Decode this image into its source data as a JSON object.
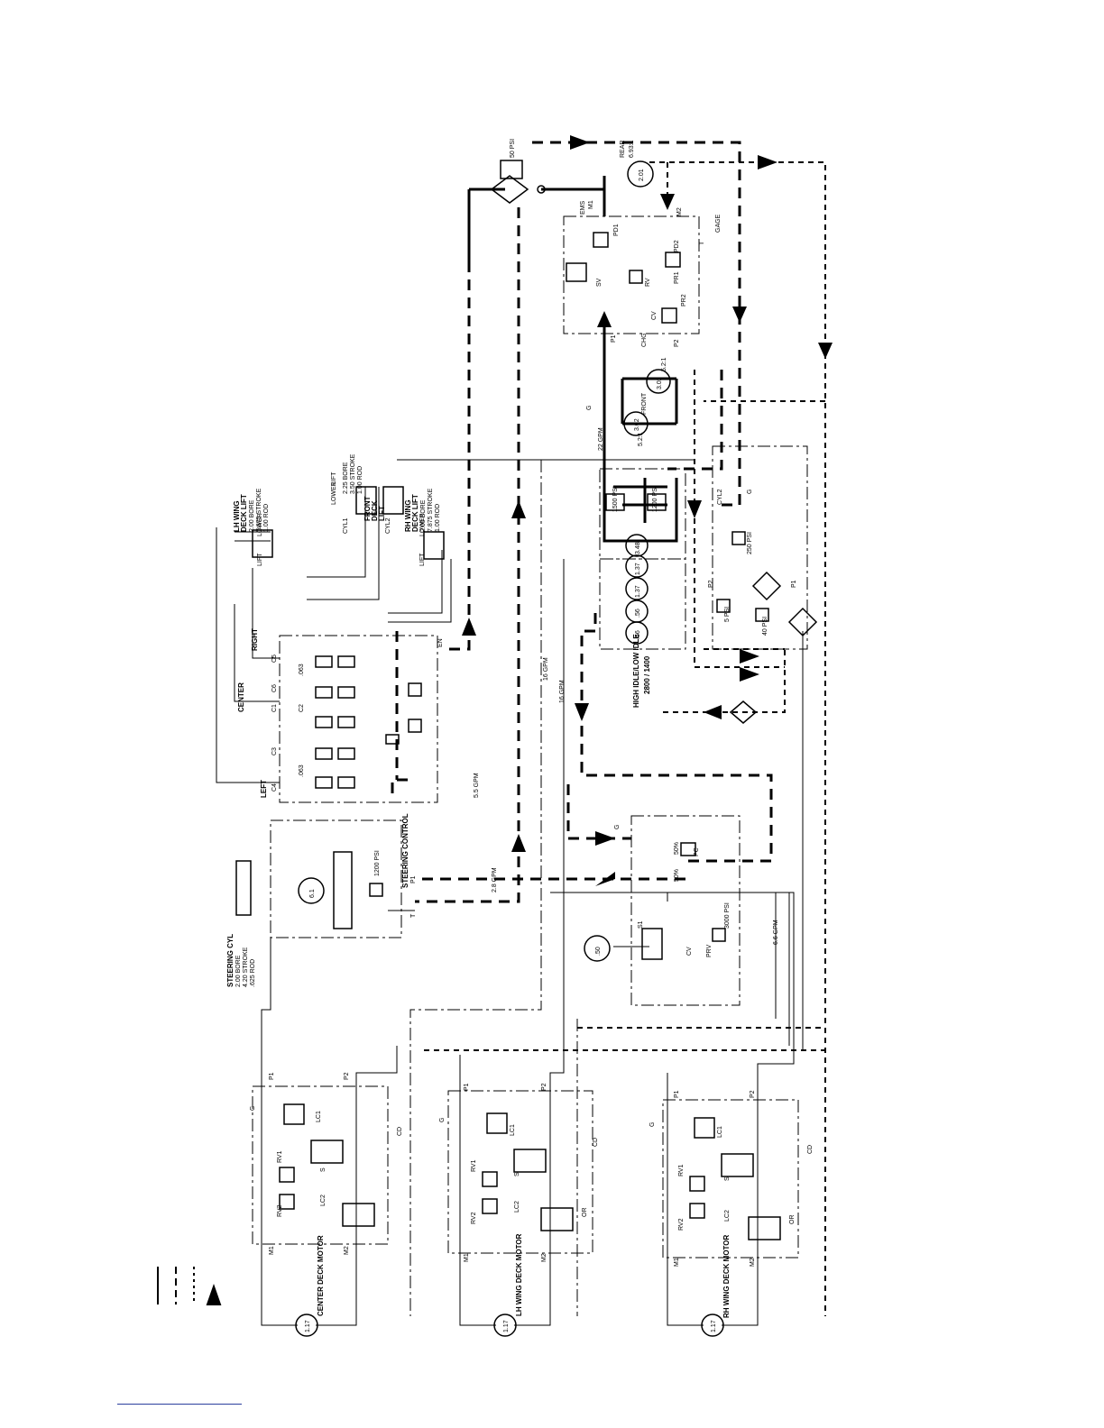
{
  "diagram": {
    "accent_color": "#000000",
    "footer_rule_color": "#2b3f9e",
    "pumps": {
      "rear": {
        "name": "REAR",
        "ratio": "6.93:1",
        "disp": "2.01"
      },
      "front": {
        "name": "FRONT",
        "ratio_left": "5.2:1",
        "ratio_right": "5.2:1",
        "disp_left": "3.02",
        "disp_right": "3.02"
      },
      "charge_stack": [
        "3.48",
        "1.37",
        "1.37",
        ".56",
        ".56"
      ],
      "steer_motor": "6.1",
      "aux_motor": ".50"
    },
    "cylinders": {
      "lh_wing": [
        "LH WING",
        "DECK LIFT",
        "2.00 BORE",
        "7.875 STROKE",
        "1.00 ROD"
      ],
      "front": [
        "FRONT",
        "DECK",
        "LIFT"
      ],
      "front_spec": [
        "2.25 BORE",
        "3.50 STROKE",
        "1.00 ROD"
      ],
      "rh_wing": [
        "RH WING",
        "DECK LIFT",
        "2.00 BORE",
        "7.875 STROKE",
        "1.00 ROD"
      ],
      "steering": [
        "STEERING CYL",
        "2.00 BORE",
        "4.20 STROKE",
        ".625 ROD"
      ],
      "lift": "LIFT",
      "lower": "LOWER",
      "cyl1": "CYL1",
      "cyl2": "CYL2"
    },
    "flows": {
      "f22": "22 GPM",
      "f16a": "16 GPM",
      "f16b": "16 GPM",
      "f55": "5.5 GPM",
      "f66": "6.6 GPM",
      "f28": "2.8 GPM"
    },
    "pressures": {
      "p1": "1500 PSI",
      "p2": "250 PSI",
      "p3": "5 PSI",
      "p4": "40 PSI",
      "p5": "3000 PSI",
      "p6": "50 PSI",
      "p7": "1200 PSI",
      "idle": "HIGH IDLE/LOW IDLE",
      "rpm": "2800 / 1400"
    },
    "ports": {
      "m1": "M1",
      "m2": "M2",
      "p1": "P1",
      "p2": "P2",
      "g": "G",
      "t": "T",
      "sv": "SV",
      "rv": "RV",
      "cv": "CV",
      "pd1": "PD1",
      "pd2": "PD2",
      "pr1": "PR1",
      "pr2": "PR2",
      "chg": "CHG",
      "ems": "EMS",
      "gage": "GAGE",
      "s1": "S1",
      "prv": "PRV",
      "pc": "PC",
      "lc1": "LC1",
      "lc2": "LC2",
      "rv1": "RV1",
      "rv2": "RV2",
      "cd": "CD",
      "or": "OR",
      "s": "S"
    },
    "valve": {
      "c1": "C1",
      "c2": "C2",
      "c3": "C3",
      "c4": "C4",
      "c5": "C5",
      "c6": "C6",
      "left": "LEFT",
      "center": "CENTER",
      "right": "RIGHT",
      "orifice1": ".063",
      "orifice2": ".063",
      "en": "EN"
    },
    "steering_control": "STEERING CONTROL",
    "split": [
      "50%",
      "50%"
    ],
    "deck_motors": {
      "center": {
        "label": "CENTER DECK MOTOR",
        "disp": "1.17"
      },
      "lh": {
        "label": "LH WING DECK MOTOR",
        "disp": "1.17"
      },
      "rh": {
        "label": "RH WING DECK MOTOR",
        "disp": "1.17"
      }
    }
  }
}
